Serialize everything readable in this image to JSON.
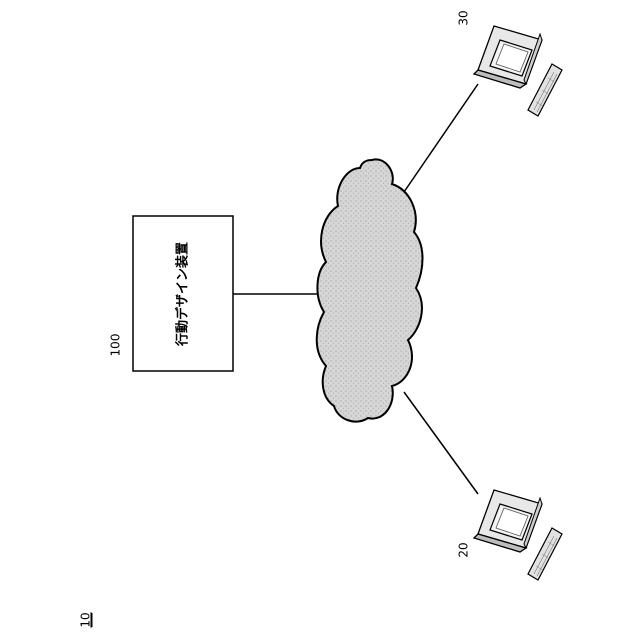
{
  "figure": {
    "ref": "10"
  },
  "device": {
    "ref": "100",
    "label": "行動デザイン装置"
  },
  "network": {
    "icon": "cloud-icon"
  },
  "terminals": [
    {
      "ref": "30",
      "icon": "computer-terminal-icon"
    },
    {
      "ref": "20",
      "icon": "computer-terminal-icon"
    }
  ],
  "colors": {
    "line": "#000000",
    "cloud_fill": "#d4d4d4",
    "box_fill": "#ffffff"
  }
}
